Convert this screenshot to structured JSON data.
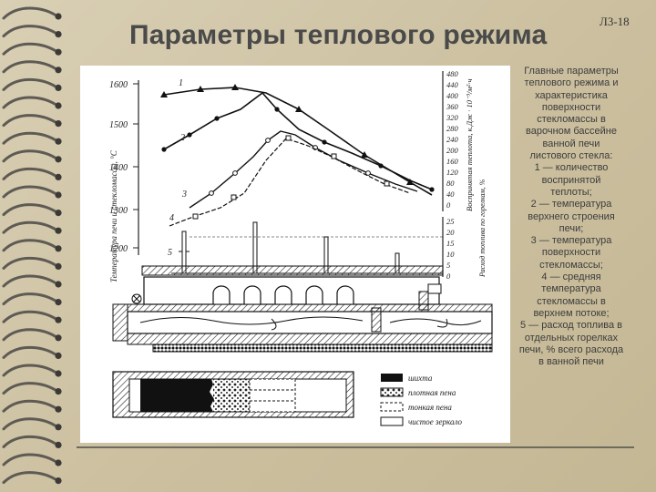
{
  "slide": {
    "title": "Параметры теплового режима",
    "code": "Л3-18"
  },
  "caption": [
    "Главные параметры",
    "теплового режима и",
    "характеристика",
    "поверхности",
    "стекломассы в",
    "варочном  бассейне",
    "ванной печи",
    "листового стекла:",
    "1 — количество",
    "воспринятой",
    "теплоты;",
    "2 — температура",
    "верхнего строения",
    "печи;",
    "3 — температура",
    "поверхности",
    "стекломассы;",
    "4 — средняя",
    "температура",
    "стекломассы в",
    "верхнем  потоке;",
    "5 — расход топлива  в",
    "отдельных горелках",
    "печи, % всего расхода",
    "в ванной печи"
  ],
  "figure": {
    "left_axis_label": "Температура печи и стекломассы, °С",
    "left_ticks": [
      "1600",
      "1500",
      "1400",
      "1300",
      "1200"
    ],
    "right_axis_label": "Воспринятая теплота, к.Дж · 10⁻³/м²·ч",
    "right_ticks": [
      "480",
      "440",
      "400",
      "360",
      "320",
      "280",
      "240",
      "200",
      "160",
      "120",
      "80",
      "40",
      "0"
    ],
    "fuel_axis_label": "Расход топлива по горелкам, %",
    "fuel_ticks": [
      "25",
      "20",
      "15",
      "10",
      "5",
      "0"
    ],
    "curve_numbers": [
      "1",
      "2",
      "3",
      "4",
      "5"
    ],
    "legend": [
      "шихта",
      "плотная пена",
      "тонкая пена",
      "чистое зеркало"
    ]
  }
}
